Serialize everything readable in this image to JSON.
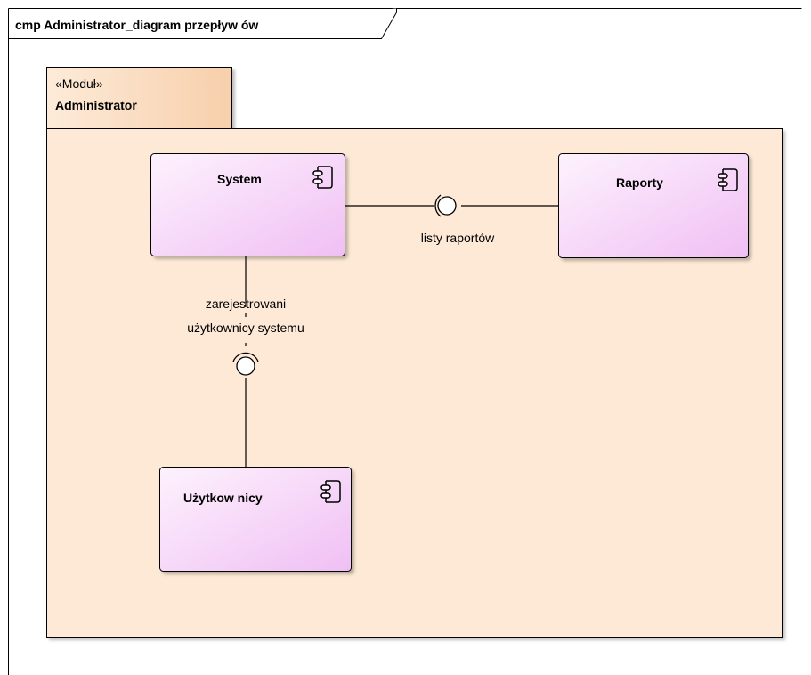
{
  "diagram": {
    "frame_title": "cmp Administrator_diagram przepływ ów",
    "package": {
      "stereotype": "«Moduł»",
      "name": "Administrator"
    },
    "components": {
      "system": "System",
      "raporty": "Raporty",
      "uzytkownicy": "Użytkow nicy"
    },
    "interfaces": {
      "reports": "listy raportów",
      "users_line1": "zarejestrowani",
      "users_line2": "użytkownicy systemu"
    },
    "colors": {
      "package_fill": "#fde9d5",
      "package_tab_fill": "#f9d3b0",
      "component_fill_light": "#fdeffd",
      "component_fill_dark": "#f2c2f5",
      "stroke": "#000000"
    },
    "icons": {
      "component": "component-icon",
      "provided_interface": "lollipop-icon",
      "required_interface": "socket-icon"
    }
  }
}
